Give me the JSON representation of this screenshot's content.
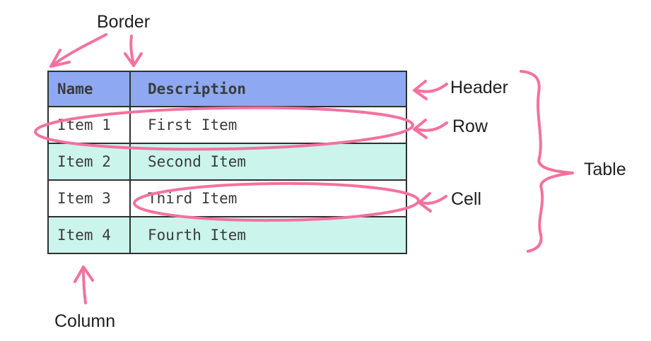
{
  "table": {
    "columns": [
      "Name",
      "Description"
    ],
    "rows": [
      [
        "Item 1",
        "First Item"
      ],
      [
        "Item 2",
        "Second Item"
      ],
      [
        "Item 3",
        "Third Item"
      ],
      [
        "Item 4",
        "Fourth Item"
      ]
    ]
  },
  "annotations": {
    "border": "Border",
    "header": "Header",
    "row": "Row",
    "cell": "Cell",
    "table": "Table",
    "column": "Column"
  },
  "colors": {
    "header_bg": "#8ea9f1",
    "row_bg": "#ffffff",
    "row_alt_bg": "#caf4ec",
    "table_border": "#2f2f2f",
    "table_text": "#3b3b3b",
    "annotation_ink": "#f4719e",
    "annotation_text": "#202020"
  }
}
